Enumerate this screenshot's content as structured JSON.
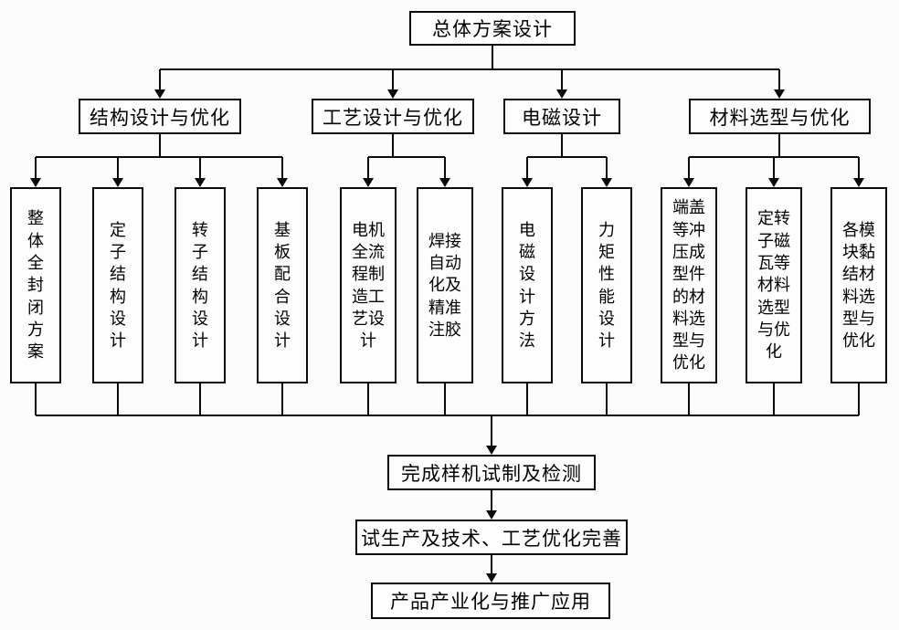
{
  "root": {
    "label": "总体方案设计"
  },
  "groups": [
    {
      "label": "结构设计与优化",
      "children": [
        {
          "label": "整体全封闭方案"
        },
        {
          "label": "定子结构设计"
        },
        {
          "label": "转子结构设计"
        },
        {
          "label": "基板配合设计"
        }
      ]
    },
    {
      "label": "工艺设计与优化",
      "children": [
        {
          "label": "电机全流程制造工艺设计"
        },
        {
          "label": "焊接自动化及精准注胶"
        }
      ]
    },
    {
      "label": "电磁设计",
      "children": [
        {
          "label": "电磁设计方法"
        },
        {
          "label": "力矩性能设计"
        }
      ]
    },
    {
      "label": "材料选型与优化",
      "children": [
        {
          "label": "端盖等冲压成型件的材料选型与优化"
        },
        {
          "label": "定转子磁瓦等材料选型与优化"
        },
        {
          "label": "各模块黏结材料选型与优化"
        }
      ]
    }
  ],
  "steps": [
    {
      "label": "完成样机试制及检测"
    },
    {
      "label": "试生产及技术、工艺优化完善"
    },
    {
      "label": "产品产业化与推广应用"
    }
  ],
  "colors": {
    "line": "#000000",
    "box_border": "#0a0a0a",
    "box_fill": "#fdfdfd",
    "background": "#fcfcfc"
  }
}
